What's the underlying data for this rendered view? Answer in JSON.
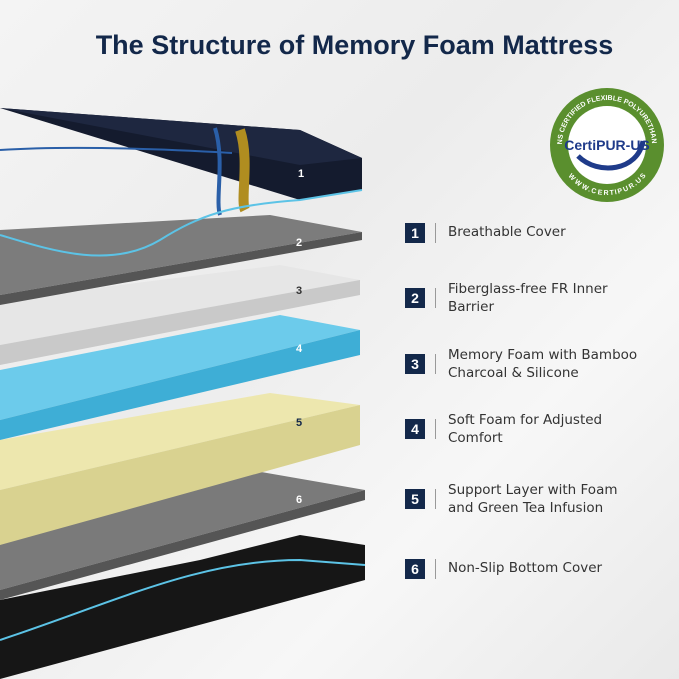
{
  "title": "The Structure of Memory Foam Mattress",
  "logo": {
    "brand": "CertiPUR-US",
    "ring_top": "CONTAINS CERTIFIED FLEXIBLE POLYURETHANE FOAM",
    "ring_bottom": "WWW.CERTIPUR.US",
    "color": "#5a8f2e"
  },
  "layers": [
    {
      "number": "1",
      "label": "Breathable Cover"
    },
    {
      "number": "2",
      "label": "Fiberglass-free FR Inner Barrier"
    },
    {
      "number": "3",
      "label": "Memory Foam with Bamboo Charcoal & Silicone"
    },
    {
      "number": "4",
      "label": "Soft Foam for Adjusted Comfort"
    },
    {
      "number": "5",
      "label": "Support Layer with Foam and Green Tea Infusion"
    },
    {
      "number": "6",
      "label": "Non-Slip Bottom Cover"
    }
  ],
  "colors": {
    "navy": "#13284a",
    "cover": "#141b2e",
    "gray": "#6e6e6e",
    "white_foam": "#e2e2e2",
    "blue_foam": "#5cc3e6",
    "yellow_foam": "#e9e3a6"
  }
}
